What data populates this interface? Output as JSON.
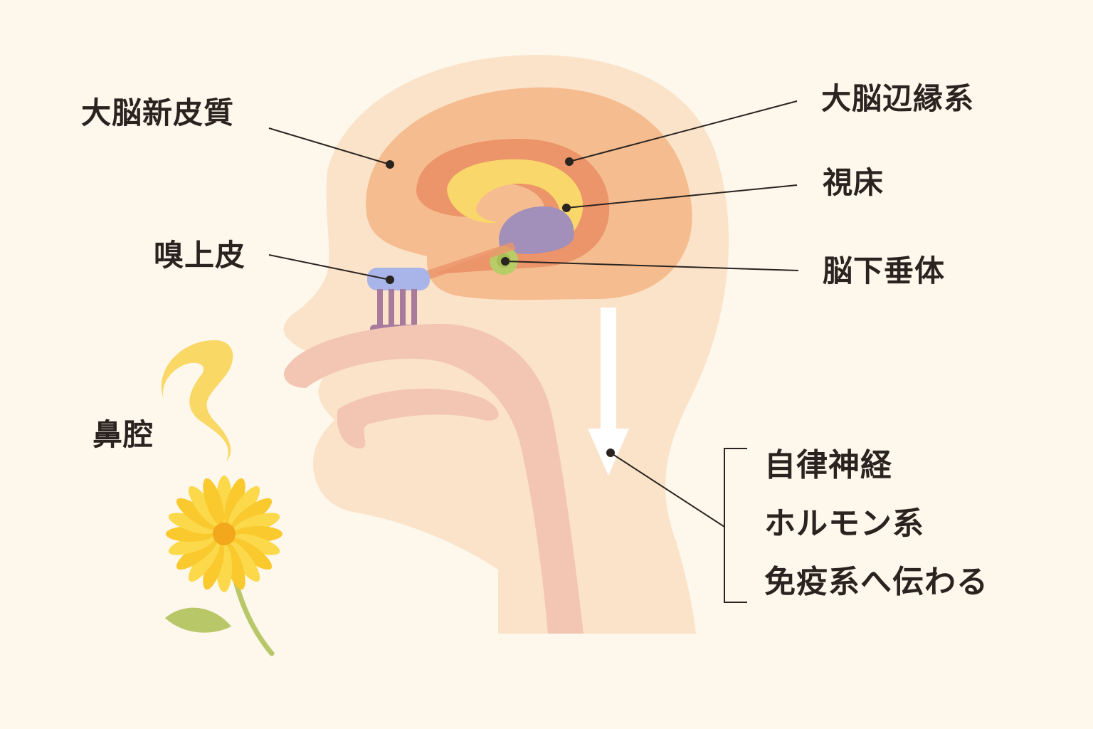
{
  "labels": {
    "neocortex": "大脳新皮質",
    "limbic_system": "大脳辺縁系",
    "thalamus": "視床",
    "olfactory_epithelium": "嗅上皮",
    "pituitary": "脳下垂体",
    "nasal_cavity": "鼻腔"
  },
  "effects": [
    "自律神経",
    "ホルモン系",
    "免疫系へ伝わる"
  ],
  "colors": {
    "background": "#fdf7ec",
    "head": "#fbe3c9",
    "cerebrum": "#f5bd8f",
    "limbic": "#ec946a",
    "thalamus": "#f9d76a",
    "pituitary": "#a28fba",
    "pituitary_gland": "#b8cc68",
    "olfactory_bulb": "#a9b4e8",
    "nasal_tissue": "#f3c6b4",
    "flower": "#f9c92e",
    "leaf": "#b8c767",
    "scent": "#f9d866",
    "leader_line": "#2a2421"
  }
}
